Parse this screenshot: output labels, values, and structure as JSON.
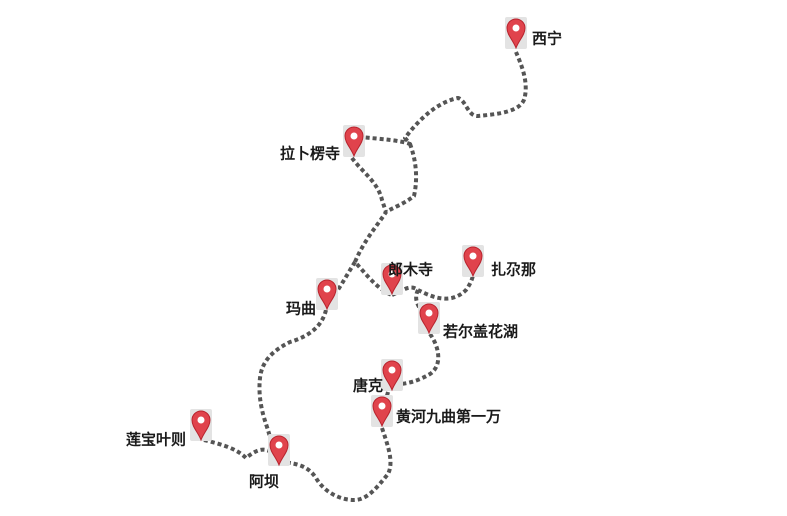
{
  "colors": {
    "route": "#555555",
    "pin": "#e0434c",
    "pin_dark": "#b8232d",
    "pin_center": "#ffffff",
    "label": "#1a1a1a"
  },
  "markers": [
    {
      "id": "xining",
      "name": "西宁",
      "icon": "map-pin-icon"
    },
    {
      "id": "labuleng",
      "name": "拉卜楞寺",
      "icon": "map-pin-icon"
    },
    {
      "id": "langmu",
      "name": "郎木寺",
      "icon": "map-pin-icon"
    },
    {
      "id": "zhaduona",
      "name": "扎尕那",
      "icon": "map-pin-icon"
    },
    {
      "id": "maqu",
      "name": "玛曲",
      "icon": "map-pin-icon"
    },
    {
      "id": "ruoergai",
      "name": "若尔盖花湖",
      "icon": "map-pin-icon"
    },
    {
      "id": "tangke",
      "name": "唐克",
      "icon": "map-pin-icon"
    },
    {
      "id": "huanghe",
      "name": "黄河九曲第一万",
      "icon": "map-pin-icon"
    },
    {
      "id": "lianbao",
      "name": "莲宝叶则",
      "icon": "map-pin-icon"
    },
    {
      "id": "aba",
      "name": "阿坝",
      "icon": "map-pin-icon"
    }
  ]
}
